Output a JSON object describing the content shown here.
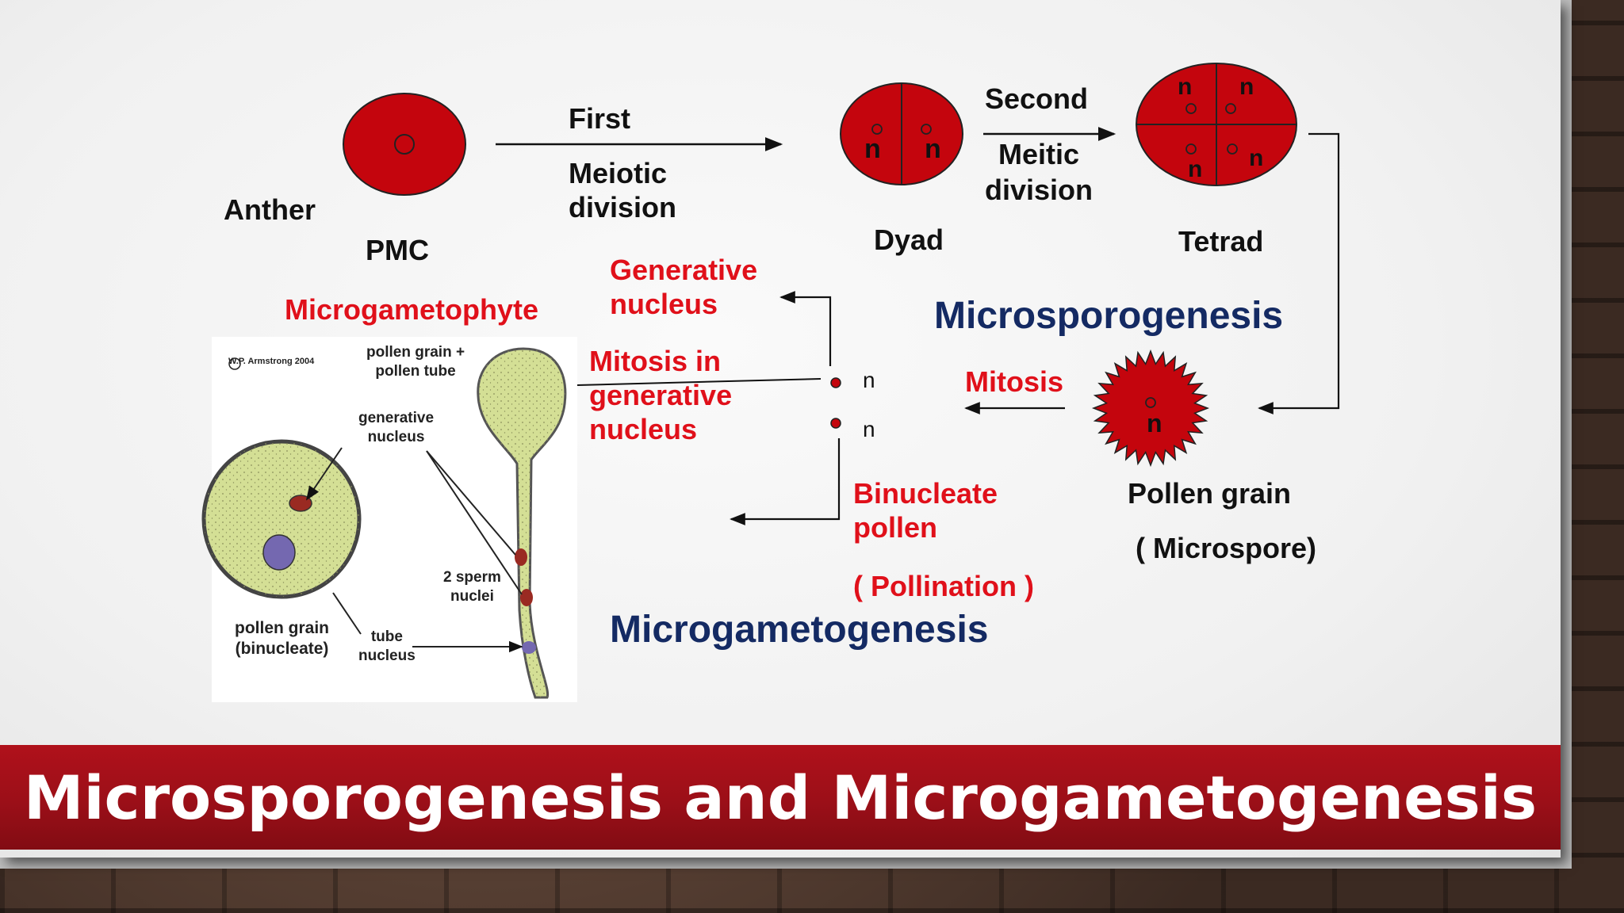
{
  "labels": {
    "anther": "Anther",
    "pmc": "PMC",
    "first": "First",
    "meiotic_division": "Meiotic\ndivision",
    "dyad": "Dyad",
    "second": "Second",
    "meitic_division": "Meitic\ndivision",
    "tetrad": "Tetrad",
    "microsporogenesis": "Microsporogenesis",
    "microgametophyte": "Microgametophyte",
    "generative_nucleus": "Generative\nnucleus",
    "mitosis_generative": "Mitosis in\ngenerative\nnucleus",
    "mitosis": "Mitosis",
    "pollen_grain": "Pollen grain",
    "microspore": "( Microspore)",
    "binucleate_pollen": "Binucleate\npollen",
    "pollination": "( Pollination )",
    "microgametogenesis": "Microgametogenesis",
    "n": "n"
  },
  "figure": {
    "copyright": "W.P. Armstrong 2004",
    "pollen_grain_tube": "pollen grain +\npollen tube",
    "generative_nucleus": "generative\nnucleus",
    "sperm_nuclei": "2 sperm\nnuclei",
    "pollen_grain_binucleate": "pollen grain\n(binucleate)",
    "tube_nucleus": "tube\nnucleus"
  },
  "title": "Microsporogenesis and Microgametogenesis",
  "colors": {
    "cell_red": "#c4050d",
    "label_red": "#e0101a",
    "heading_navy": "#142a63",
    "banner_red": "#a10f18"
  }
}
